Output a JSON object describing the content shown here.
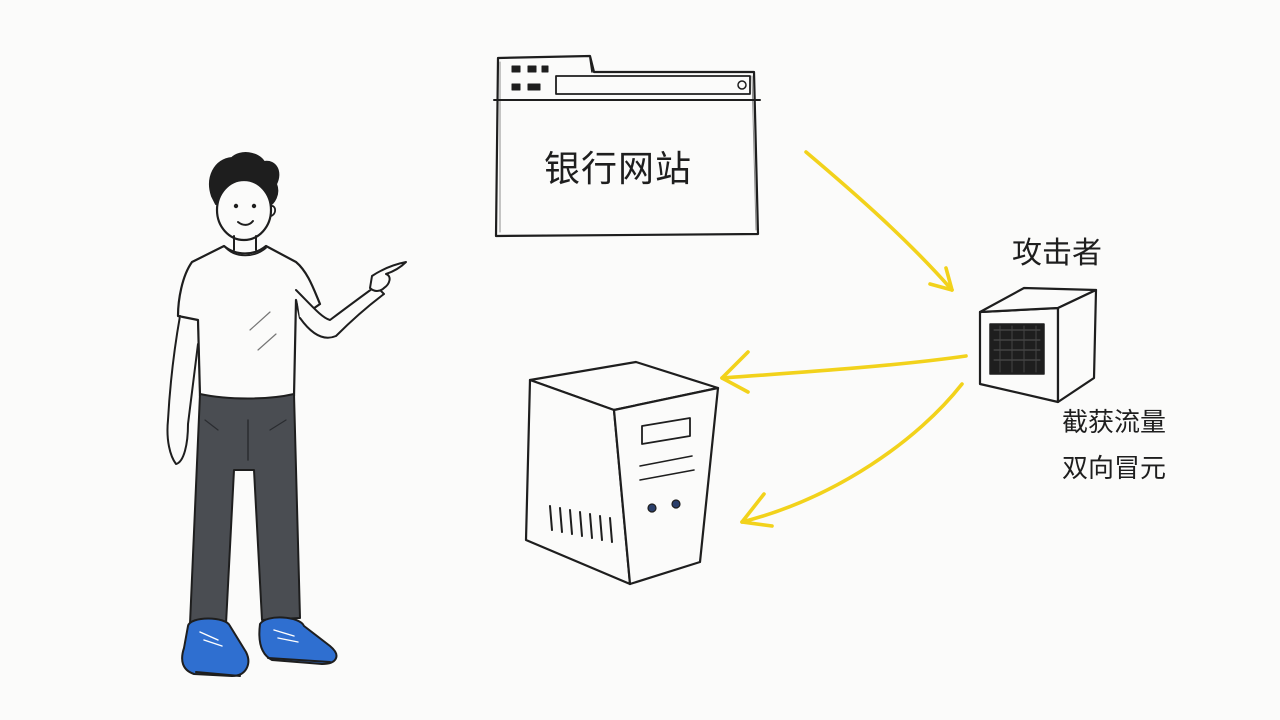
{
  "diagram": {
    "browser": {
      "label": "银行网站"
    },
    "attacker": {
      "title": "攻击者",
      "actions": [
        "截获流量",
        "双向冒元"
      ]
    }
  },
  "colors": {
    "ink": "#1e1e1e",
    "arrow": "#f2d21b",
    "pants": "#4a4d52",
    "shoes": "#2f6fd0",
    "paper": "#fbfbfa"
  },
  "icons": {
    "person": "person-pointing-icon",
    "browser": "browser-window-icon",
    "attacker": "attacker-box-icon",
    "server": "server-tower-icon"
  }
}
